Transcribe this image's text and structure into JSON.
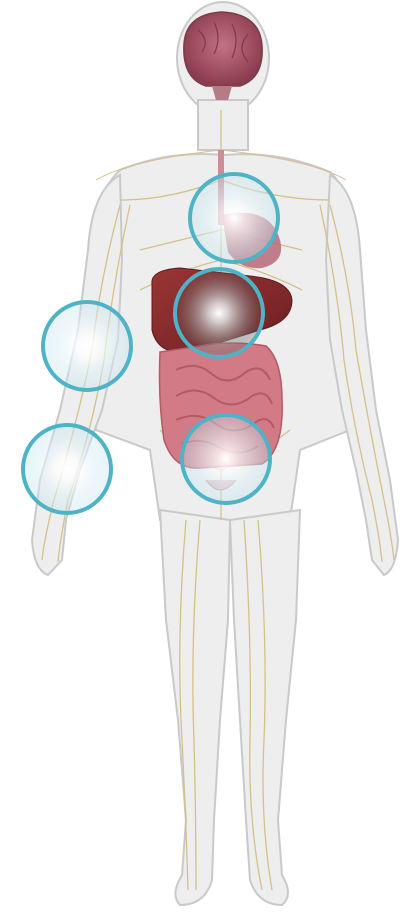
{
  "figure": {
    "subject": "human-body-anatomy",
    "view": "anterior"
  },
  "colors": {
    "background": "#ffffff",
    "skin_fill": "#eeeeee",
    "skin_outline": "#c9c9c9",
    "nerve": "#d2bf86",
    "brain": "#a3505f",
    "brain_dark": "#7e3a49",
    "liver": "#8a2c2c",
    "stomach": "#b96a78",
    "intestine": "#d27a86",
    "intestine_dark": "#b35a67",
    "hotspot_ring": "#4fb3c7",
    "hotspot_fill": "#cfe9f0"
  },
  "hotspots": [
    {
      "id": "chest"
    },
    {
      "id": "upper-abdomen"
    },
    {
      "id": "lower-abdomen"
    },
    {
      "id": "upper-arm"
    },
    {
      "id": "forearm"
    }
  ]
}
